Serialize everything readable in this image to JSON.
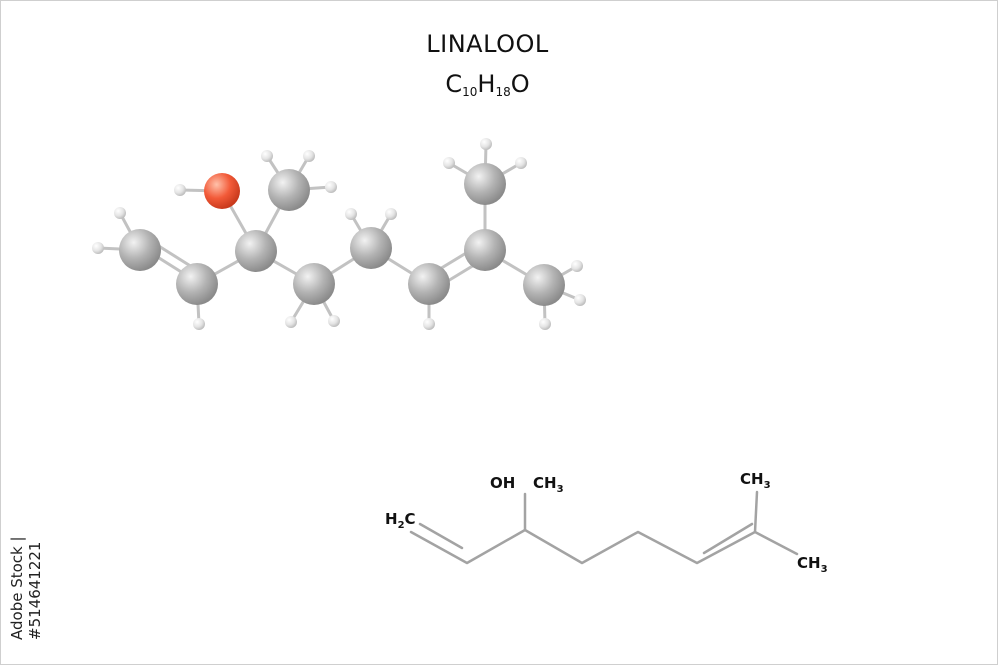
{
  "title": "LINALOOL",
  "formula": {
    "c": "C",
    "c_n": "10",
    "h": "H",
    "h_n": "18",
    "o": "O"
  },
  "stock_id": "Adobe Stock | #514641221",
  "colors": {
    "carbon": "#a9a9a9",
    "hydrogen": "#e6e6e6",
    "oxygen": "#f25a38",
    "bond": "#bdbdbd",
    "skeletal_bond": "#a3a3a3",
    "text": "#111111"
  },
  "skeletal_labels": {
    "h2c": {
      "main": "H",
      "sub": "2",
      "tail": "C"
    },
    "oh": "OH",
    "ch3_a": {
      "main": "CH",
      "sub": "3"
    },
    "ch3_b": {
      "main": "CH",
      "sub": "3"
    },
    "ch3_c": {
      "main": "CH",
      "sub": "3"
    }
  }
}
